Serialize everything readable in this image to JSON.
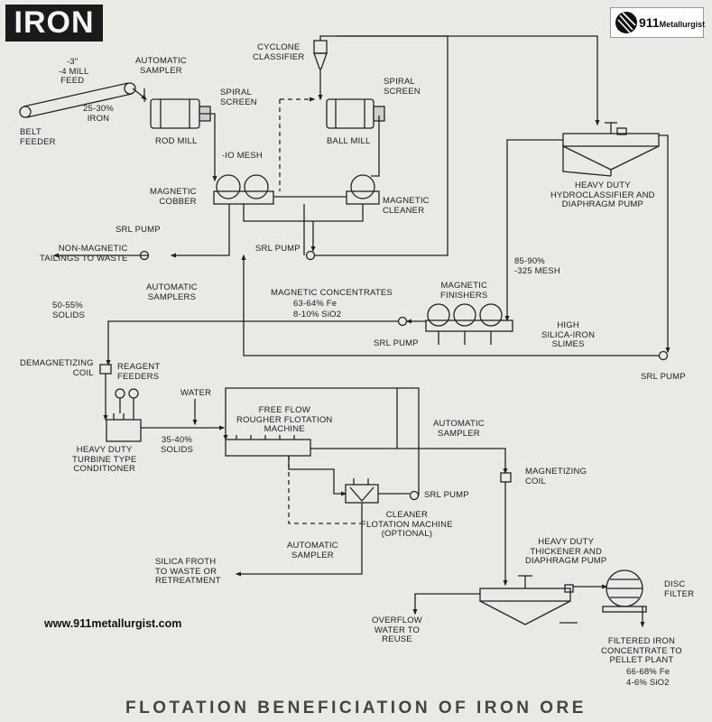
{
  "header": {
    "title": "IRON",
    "logo_number": "911",
    "logo_brand": "Metallurgist"
  },
  "website": "www.911metallurgist.com",
  "footer_title": "FLOTATION BENEFICIATION OF IRON ORE",
  "labels": {
    "mill_feed": "-3\"\n -4 MILL\nFEED",
    "auto_sampler_top": "AUTOMATIC\nSAMPLER",
    "belt_feeder": "BELT\nFEEDER",
    "iron_25_30": "25-30%\nIRON",
    "spiral_screen_1": "SPIRAL\nSCREEN",
    "rod_mill": "ROD MILL",
    "cyclone": "CYCLONE\nCLASSIFIER",
    "spiral_screen_2": "SPIRAL\nSCREEN",
    "ball_mill": "BALL MILL",
    "minus10": "-IO MESH",
    "magnetic_cobber": "MAGNETIC\nCOBBER",
    "magnetic_cleaner": "MAGNETIC\nCLEANER",
    "srl_pump_1": "SRL PUMP",
    "non_magnetic": "NON-MAGNETIC\nTAILINGS TO WASTE",
    "srl_pump_2": "SRL PUMP",
    "hydroclassifier": "HEAVY DUTY\nHYDROCLASSIFIER AND\nDIAPHRAGM PUMP",
    "mesh_325": "85-90%\n-325 MESH",
    "solids_50": "50-55%\nSOLIDS",
    "auto_samplers": "AUTOMATIC\nSAMPLERS",
    "mag_conc": "MAGNETIC CONCENTRATES",
    "fe_63": "63-64% Fe",
    "sio2_8": "8-10% SiO2",
    "mag_finishers": "MAGNETIC\nFINISHERS",
    "srl_pump_3": "SRL PUMP",
    "silica_slimes": "HIGH\nSILICA-IRON\nSLIMES",
    "srl_pump_4": "SRL PUMP",
    "demag_coil": "DEMAGNETIZING\nCOIL",
    "reagent_feeders": "REAGENT\nFEEDERS",
    "water": "WATER",
    "free_flow": "FREE FLOW\nROUGHER FLOTATION\nMACHINE",
    "solids_35": "35-40%\nSOLIDS",
    "turbine": "HEAVY DUTY\nTURBINE TYPE\nCONDITIONER",
    "auto_sampler_mid": "AUTOMATIC\nSAMPLER",
    "magnetizing_coil": "MAGNETIZING\nCOIL",
    "srl_pump_5": "SRL PUMP",
    "cleaner_flotation": "CLEANER\nFLOTATION MACHINE\n(OPTIONAL)",
    "auto_sampler_low": "AUTOMATIC\nSAMPLER",
    "silica_froth": "SILICA FROTH\nTO WASTE OR\nRETREATMENT",
    "thickener": "HEAVY DUTY\nTHICKENER AND\nDIAPHRAGM PUMP",
    "disc_filter": "DISC\nFILTER",
    "overflow": "OVERFLOW\nWATER TO\nREUSE",
    "filtered": "FILTERED IRON\nCONCENTRATE TO\nPELLET PLANT",
    "fe_66": "66-68% Fe",
    "sio2_4": "4-6% SiO2"
  }
}
